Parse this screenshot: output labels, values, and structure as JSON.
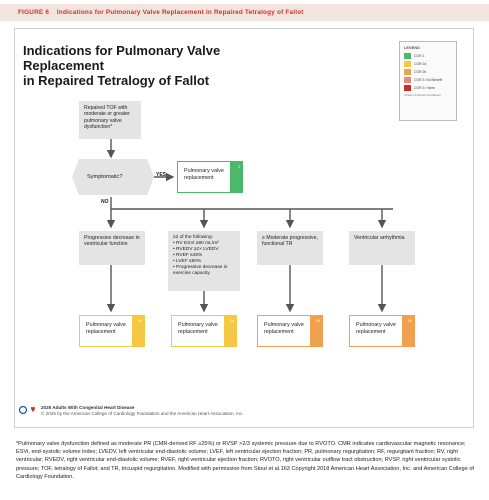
{
  "header": {
    "figure_label": "FIGURE 6",
    "figure_title": "Indications for Pulmonary Valve Replacement in Repaired Tetralogy of Fallot"
  },
  "diagram": {
    "title_line1": "Indications for Pulmonary Valve Replacement",
    "title_line2": "in Repaired Tetralogy of Fallot",
    "start_node": "Repaired TOF with moderate or greater pulmonary valve dysfunction*",
    "decision": "Symptomatic?",
    "yes_label": "YES",
    "no_label": "NO",
    "yes_outcome": "Pulmonary valve replacement",
    "yes_outcome_code": "1",
    "criteria": {
      "progressive": "Progressive decrease in ventricular function",
      "multi_header": "≥2 of the following:",
      "multi_items": [
        "• RV ESVi ≥80 mL/m²",
        "• RVEDV ≥2× LVEDV",
        "• RVEF ≤46%",
        "• LVEF ≤50%",
        "• Progressive decrease in exercise capacity"
      ],
      "tr": "≥ Moderate progressive, functional TR",
      "arrhythmia": "Ventricular arrhythmia"
    },
    "outcomes": [
      {
        "label": "Pulmonary valve replacement",
        "code": "2a"
      },
      {
        "label": "Pulmonary valve replacement",
        "code": "2a"
      },
      {
        "label": "Pulmonary valve replacement",
        "code": "2b"
      },
      {
        "label": "Pulmonary valve replacement",
        "code": "2b"
      }
    ]
  },
  "legend": {
    "title": "LEGEND",
    "items": [
      {
        "label": "COR 1",
        "color": "#4cb86a"
      },
      {
        "label": "COR 2a",
        "color": "#f6c743"
      },
      {
        "label": "COR 2b",
        "color": "#f0a150"
      },
      {
        "label": "COR 3: No Benefit",
        "color": "#e88a7a"
      },
      {
        "label": "COR 3: Harm",
        "color": "#cc2b2b"
      }
    ],
    "footer": "(Class of Recommendation)"
  },
  "footer": {
    "line1": "2025 Adults With Congenital Heart Disease",
    "line2": "© 2025 by the American College of Cardiology Foundation and the American Heart Association, Inc."
  },
  "footnote": "*Pulmonary valve dysfunction defined as moderate PR (CMR-derived RF ≥25%) or RVSP >2/3 systemic pressure due to RVOTO. CMR indicates cardiovascular magnetic resonance; ESVi, end-systolic volume index; LVEDV, left ventricular end-diastolic volume; LVEF, left ventricular ejection fraction; PR, pulmonary regurgitation; RF, regurgitant fraction; RV, right ventricular; RVEDV, right ventricular end-diastolic volume; RVEF, right ventricular ejection fraction; RVOTO, right ventricular outflow tract obstruction; RVSP, right ventricular systolic pressure; TOF, tetralogy of Fallot; and TR, tricuspid regurgitation. Modified with permission from Stout et al.163 Copyright 2018 American Heart Association, Inc. and American College of Cardiology Foundation."
}
